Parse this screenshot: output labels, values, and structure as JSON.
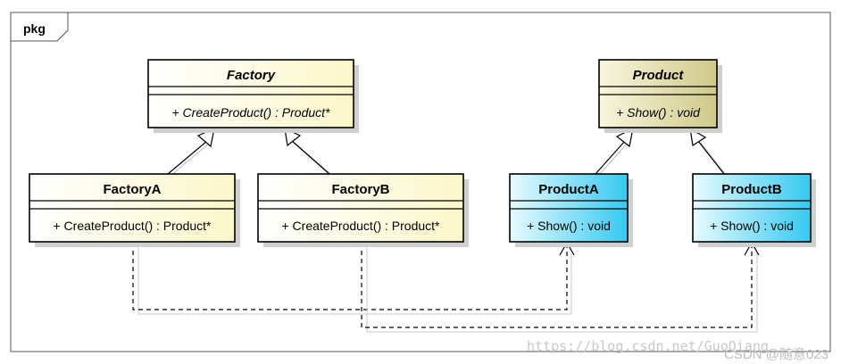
{
  "package": {
    "label": "pkg"
  },
  "classes": {
    "factory": {
      "name": "Factory",
      "operation": "+ CreateProduct() : Product*"
    },
    "factoryA": {
      "name": "FactoryA",
      "operation": "+ CreateProduct() : Product*"
    },
    "factoryB": {
      "name": "FactoryB",
      "operation": "+ CreateProduct() : Product*"
    },
    "product": {
      "name": "Product",
      "operation": "+ Show() : void"
    },
    "productA": {
      "name": "ProductA",
      "operation": "+ Show() : void"
    },
    "productB": {
      "name": "ProductB",
      "operation": "+ Show() : void"
    }
  },
  "colors": {
    "factory_fill_start": "#ffffff",
    "factory_fill_end": "#fbf7c9",
    "product_fill_start": "#f8f6dd",
    "product_fill_end": "#cfc98a",
    "concrete_product_fill_start": "#e6fbff",
    "concrete_product_fill_end": "#35c9f1",
    "line": "#000000"
  },
  "watermark": {
    "url": "https://blog.csdn.net/GuoQiang",
    "credit": "CSDN @随意023"
  }
}
